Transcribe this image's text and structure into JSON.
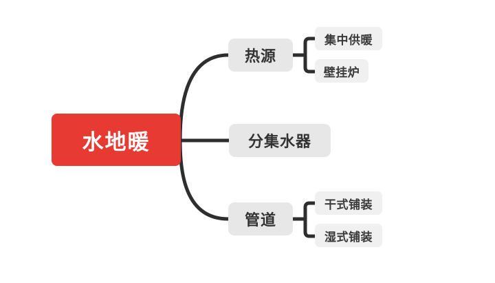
{
  "diagram": {
    "type": "mind-map",
    "background_color": "#FFFFFF",
    "root": {
      "label": "水地暖",
      "fill_color": "#E63A33",
      "text_color": "#FFFFFF"
    },
    "branch_fill_color": "#E7E7E7",
    "leaf_fill_color": "#F0F0F0",
    "branch_text_color": "#333333",
    "connector_color": "#2E2E2E",
    "branches": [
      {
        "label": "热源",
        "children": [
          {
            "label": "集中供暖"
          },
          {
            "label": "壁挂炉"
          }
        ]
      },
      {
        "label": "分集水器",
        "children": []
      },
      {
        "label": "管道",
        "children": [
          {
            "label": "干式铺装"
          },
          {
            "label": "湿式铺装"
          }
        ]
      }
    ]
  }
}
